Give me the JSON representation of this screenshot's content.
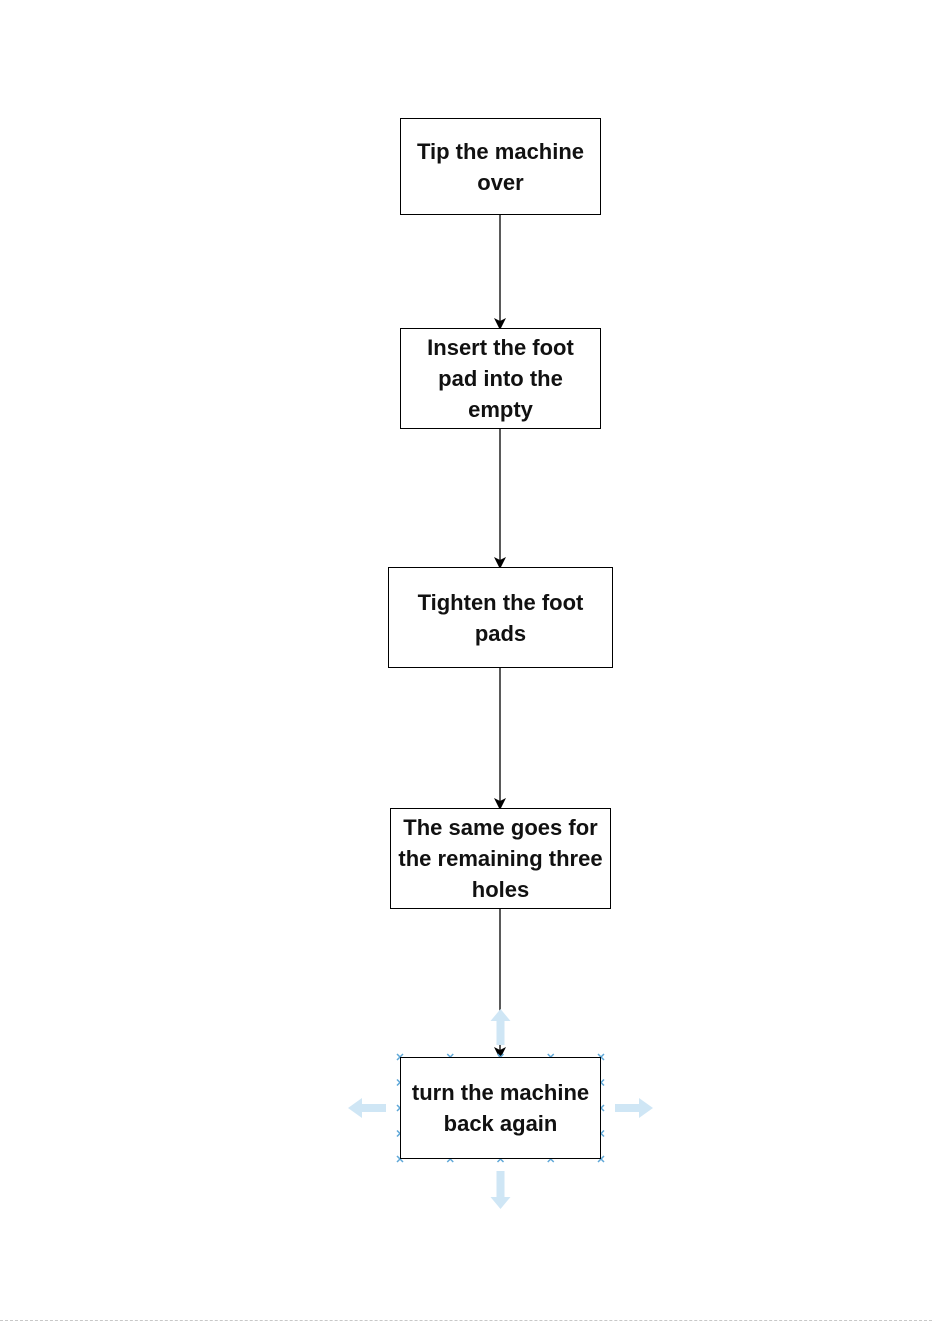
{
  "diagram": {
    "type": "flowchart",
    "direction": "top-to-bottom",
    "nodes": [
      {
        "id": "n1",
        "label": "Tip the machine over"
      },
      {
        "id": "n2",
        "label": "Insert the foot pad into the empty"
      },
      {
        "id": "n3",
        "label": "Tighten the foot pads"
      },
      {
        "id": "n4",
        "label": "The same goes for the remaining three holes"
      },
      {
        "id": "n5",
        "label": "turn the machine back again",
        "selected": true
      }
    ],
    "edges": [
      {
        "from": "n1",
        "to": "n2"
      },
      {
        "from": "n2",
        "to": "n3"
      },
      {
        "from": "n3",
        "to": "n4"
      },
      {
        "from": "n4",
        "to": "n5"
      }
    ]
  },
  "colors": {
    "stroke": "#000000",
    "text": "#111111",
    "selection_handle": "#5fa8d8",
    "connection_arrow": "#cfe6f5"
  },
  "icons": {
    "selection": "x-handle-icon",
    "quick_connect": "arrow-icon"
  }
}
